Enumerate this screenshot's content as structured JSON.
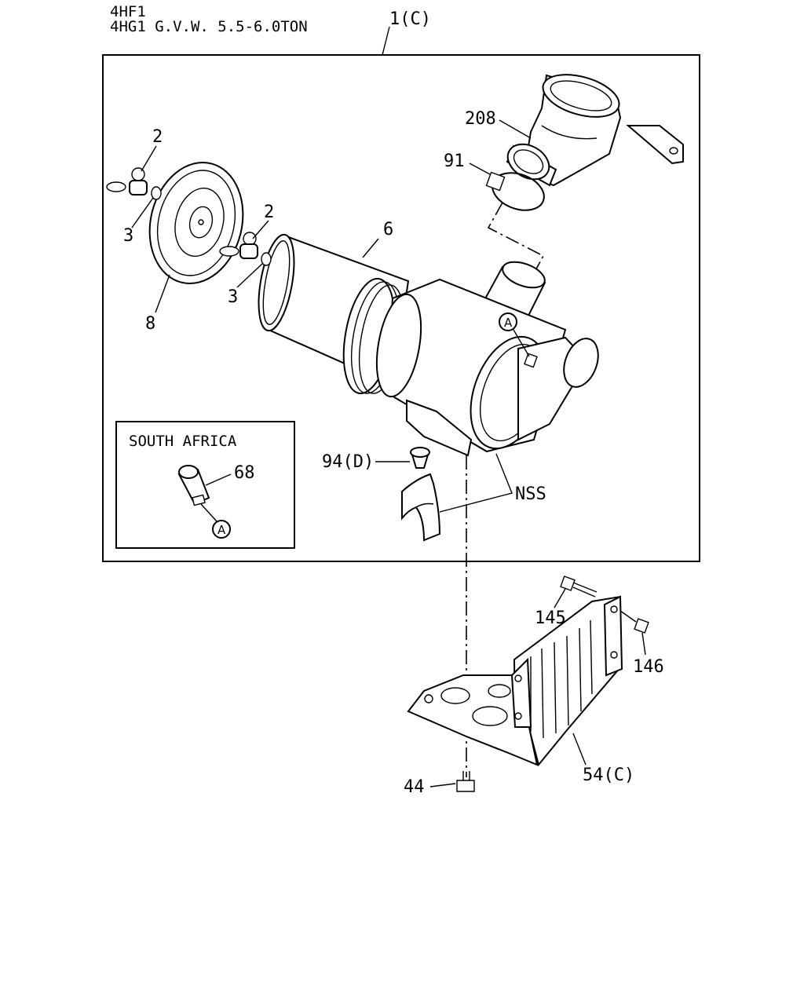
{
  "header": {
    "line1": "4HF1",
    "line2": "4HG1  G.V.W.  5.5-6.0TON"
  },
  "inset": {
    "title": "SOUTH AFRICA",
    "part": "68",
    "ref": "A"
  },
  "callouts": {
    "assembly": "1(C)",
    "wing_nut_top": "2",
    "wing_nut_mid": "2",
    "washer_top": "3",
    "washer_mid": "3",
    "element": "6",
    "cover": "8",
    "hose": "208",
    "clamp": "91",
    "valve": "94(D)",
    "nss": "NSS",
    "ref_a": "A",
    "bolt_145": "145",
    "nut_146": "146",
    "bracket": "54(C)",
    "bolt_44": "44"
  }
}
